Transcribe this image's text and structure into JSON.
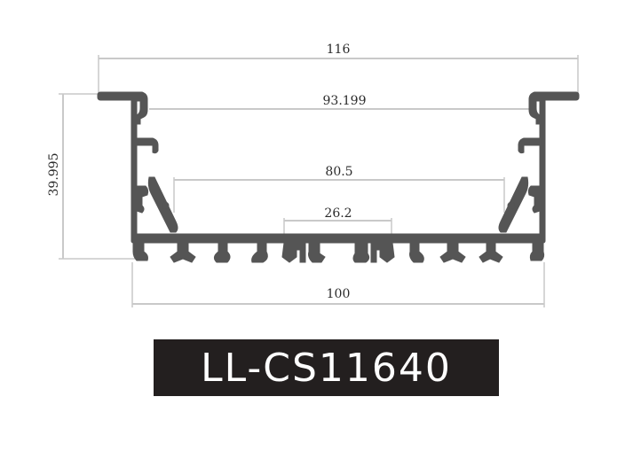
{
  "dimensions": {
    "overall_width": "116",
    "inner_top_width": "93.199",
    "inner_mid_width": "80.5",
    "center_width": "26.2",
    "bottom_width": "100",
    "height": "39.995"
  },
  "model": {
    "label": "LL-CS11640"
  },
  "colors": {
    "profile": "#555555",
    "dimension_line": "#c9c9c9",
    "label_background": "#231f1f",
    "label_text": "#ffffff"
  }
}
